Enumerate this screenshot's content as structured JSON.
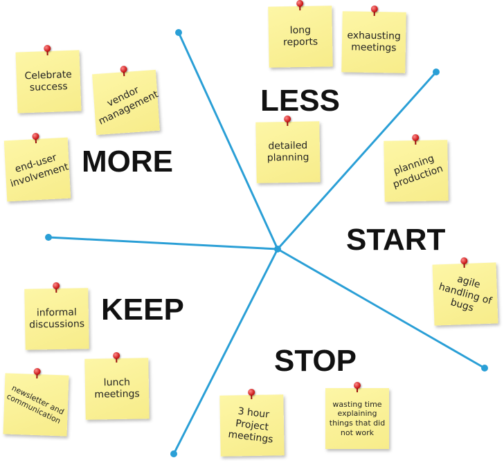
{
  "headings": {
    "more": "MORE",
    "less": "LESS",
    "start": "START",
    "keep": "KEEP",
    "stop": "STOP"
  },
  "notes": {
    "celebrate": "Celebrate success",
    "vendor": "vendor management",
    "end_user": "end-user involvement",
    "long_reports": "long reports",
    "exhausting": "exhausting meetings",
    "detailed": "detailed planning",
    "planning_prod": "planning production",
    "agile": "agile handling of bugs",
    "informal": "informal discussions",
    "newsletter": "newsletter and communication",
    "lunch": "lunch meetings",
    "three_hour": "3 hour Project meetings",
    "wasting": "wasting time explaining things that did not work"
  },
  "colors": {
    "line": "#2a9fd6",
    "note": "#f8ee8f",
    "pin": "#d42020"
  }
}
